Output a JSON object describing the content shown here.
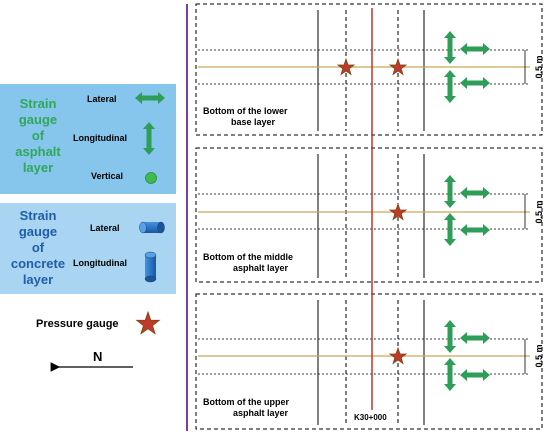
{
  "legend": {
    "asphalt": {
      "title_lines": [
        "Strain",
        "gauge",
        "of",
        "asphalt",
        "layer"
      ],
      "lateral": "Lateral",
      "longitudinal": "Longitudinal",
      "vertical": "Vertical"
    },
    "concrete": {
      "title_lines": [
        "Strain",
        "gauge",
        "of",
        "concrete",
        "layer"
      ],
      "lateral": "Lateral",
      "longitudinal": "Longitudinal"
    },
    "pressure": "Pressure gauge",
    "north": "N"
  },
  "panels": [
    {
      "label_lines": [
        "Bottom of the lower",
        "base layer"
      ],
      "dimension": "0.5 m"
    },
    {
      "label_lines": [
        "Bottom of the middle",
        "asphalt layer"
      ],
      "dimension": "0.5 m"
    },
    {
      "label_lines": [
        "Bottom of the upper",
        "asphalt layer"
      ],
      "dimension": "0.5 m"
    }
  ],
  "station": "K30+000",
  "colors": {
    "legend_asphalt_bg": "#86c5ec",
    "legend_asphalt_text": "#2fa85a",
    "legend_concrete_bg": "#a9d4f2",
    "legend_concrete_text": "#1f5fa8",
    "arrow_green": "#2e9d57",
    "cylinder_blue": "#2a77c9",
    "star_red": "#c0392b",
    "star_outline": "#7a4a10",
    "centerline_red": "#c0392b",
    "gauge_line_tan": "#c9a65a",
    "divider_purple": "#7b3fa0"
  }
}
